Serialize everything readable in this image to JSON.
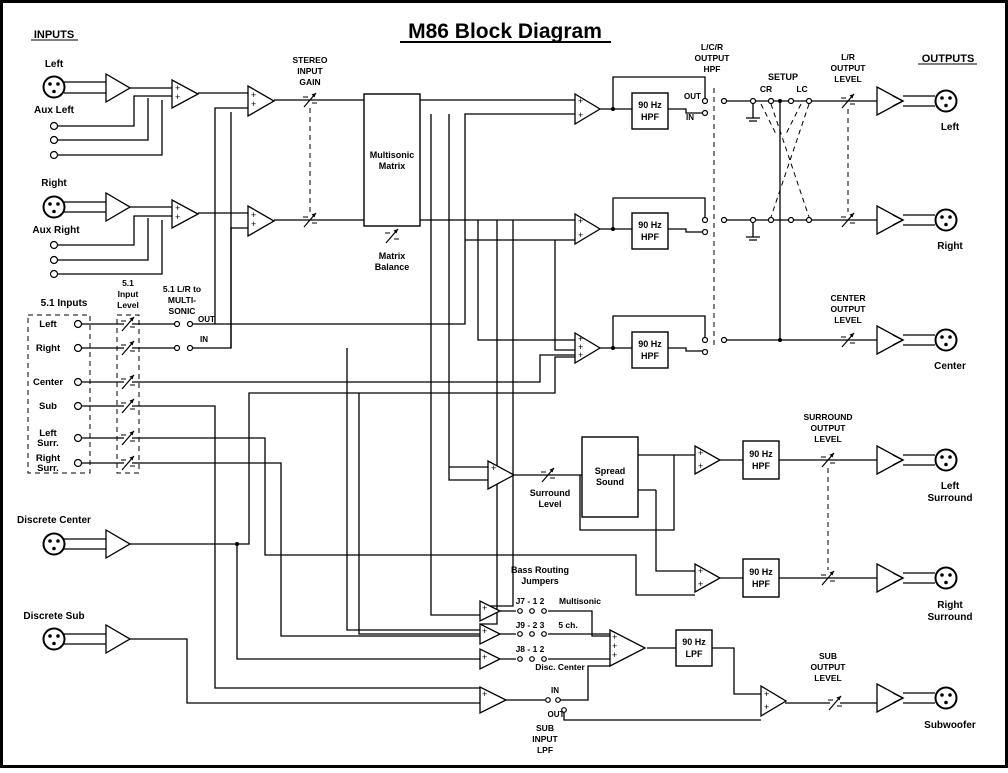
{
  "title": "M86 Block Diagram",
  "inputs_heading": "INPUTS",
  "outputs_heading": "OUTPUTS",
  "input_labels": {
    "left": "Left",
    "aux_left": "Aux Left",
    "right": "Right",
    "aux_right": "Aux Right",
    "discrete_center": "Discrete Center",
    "discrete_sub": "Discrete Sub"
  },
  "five_one": {
    "heading": "5.1 Inputs",
    "level_label": [
      "5.1",
      "Input",
      "Level"
    ],
    "lr_to_multisonic": [
      "5.1 L/R to",
      "MULTI-",
      "SONIC"
    ],
    "switch_out": "OUT",
    "switch_in": "IN",
    "channels": [
      "Left",
      "Right",
      "Center",
      "Sub",
      "Left",
      "Surr.",
      "Right",
      "Surr."
    ]
  },
  "stereo_input_gain": [
    "STEREO",
    "INPUT",
    "GAIN"
  ],
  "multisonic_matrix": [
    "Multisonic",
    "Matrix"
  ],
  "matrix_balance": [
    "Matrix",
    "Balance"
  ],
  "lcr_output_hpf": [
    "L/C/R",
    "OUTPUT",
    "HPF"
  ],
  "hpf_out": "OUT",
  "hpf_in": "IN",
  "setup": "SETUP",
  "setup_cr": "CR",
  "setup_lc": "LC",
  "lr_output_level": [
    "L/R",
    "OUTPUT",
    "LEVEL"
  ],
  "center_output_level": [
    "CENTER",
    "OUTPUT",
    "LEVEL"
  ],
  "surround_output_level": [
    "SURROUND",
    "OUTPUT",
    "LEVEL"
  ],
  "sub_output_level": [
    "SUB",
    "OUTPUT",
    "LEVEL"
  ],
  "filter_90_hz": "90 Hz",
  "filter_hpf": "HPF",
  "filter_lpf": "LPF",
  "spread_sound": [
    "Spread",
    "Sound"
  ],
  "surround_level": [
    "Surround",
    "Level"
  ],
  "bass_routing": [
    "Bass Routing",
    "Jumpers"
  ],
  "jumpers": {
    "j7": "J7 - 1 2",
    "j7_label": "Multisonic",
    "j9": "J9 - 2 3",
    "j9_label": "5 ch.",
    "j8": "J8 - 1 2",
    "j8_label": "Disc. Center"
  },
  "sub_input_lpf": [
    "SUB",
    "INPUT",
    "LPF"
  ],
  "sub_in": "IN",
  "sub_out": "OUT",
  "output_labels": {
    "left": "Left",
    "right": "Right",
    "center": "Center",
    "left_surround": [
      "Left",
      "Surround"
    ],
    "right_surround": [
      "Right",
      "Surround"
    ],
    "subwoofer": "Subwoofer"
  }
}
